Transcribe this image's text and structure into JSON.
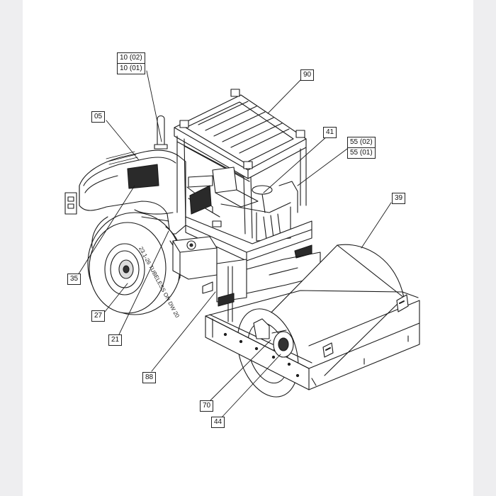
{
  "diagram": {
    "callouts": {
      "c05": "05",
      "c10_02": "10 (02)",
      "c10_01": "10 (01)",
      "c90": "90",
      "c41": "41",
      "c55_02": "55 (02)",
      "c55_01": "55 (01)",
      "c39": "39",
      "c35": "35",
      "c27": "27",
      "c21": "21",
      "c88": "88",
      "c70": "70",
      "c44": "44"
    },
    "tire_marking": "23.1-26 TUBELESS ON DW 20",
    "colors": {
      "line": "#1a1a1a",
      "page": "#ffffff",
      "background": "#eeeef0"
    }
  }
}
